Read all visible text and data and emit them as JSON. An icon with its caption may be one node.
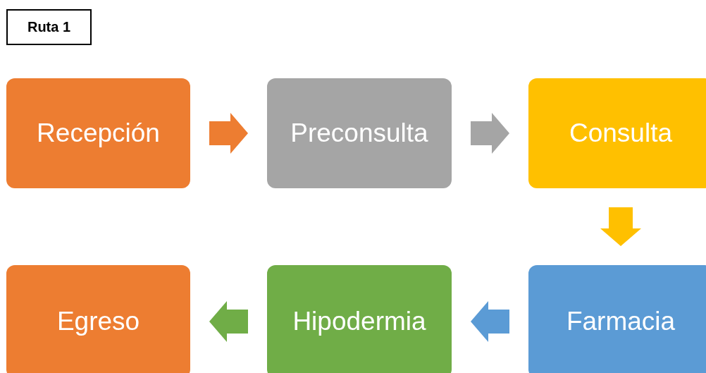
{
  "diagram": {
    "title": "Ruta 1",
    "nodes": [
      {
        "text": [
          "Recepción"
        ]
      },
      {
        "text": [
          "Preconsulta"
        ]
      },
      {
        "text": [
          "Consulta"
        ]
      },
      {
        "text": [
          "Farmacia"
        ]
      },
      {
        "text": [
          "Hipodermia"
        ]
      },
      {
        "text": [
          "Egreso"
        ]
      }
    ],
    "edges": [
      {
        "from": 0,
        "to": 1,
        "arrow": "to",
        "color": "#ed7d31"
      },
      {
        "from": 1,
        "to": 2,
        "arrow": "to",
        "color": "#a5a5a5"
      },
      {
        "from": 2,
        "to": 3,
        "arrow": "to",
        "color": "#ffc000"
      },
      {
        "from": 3,
        "to": 4,
        "arrow": "to",
        "color": "#5b9bd5"
      },
      {
        "from": 4,
        "to": 5,
        "arrow": "to",
        "color": "#70ad47"
      }
    ]
  }
}
